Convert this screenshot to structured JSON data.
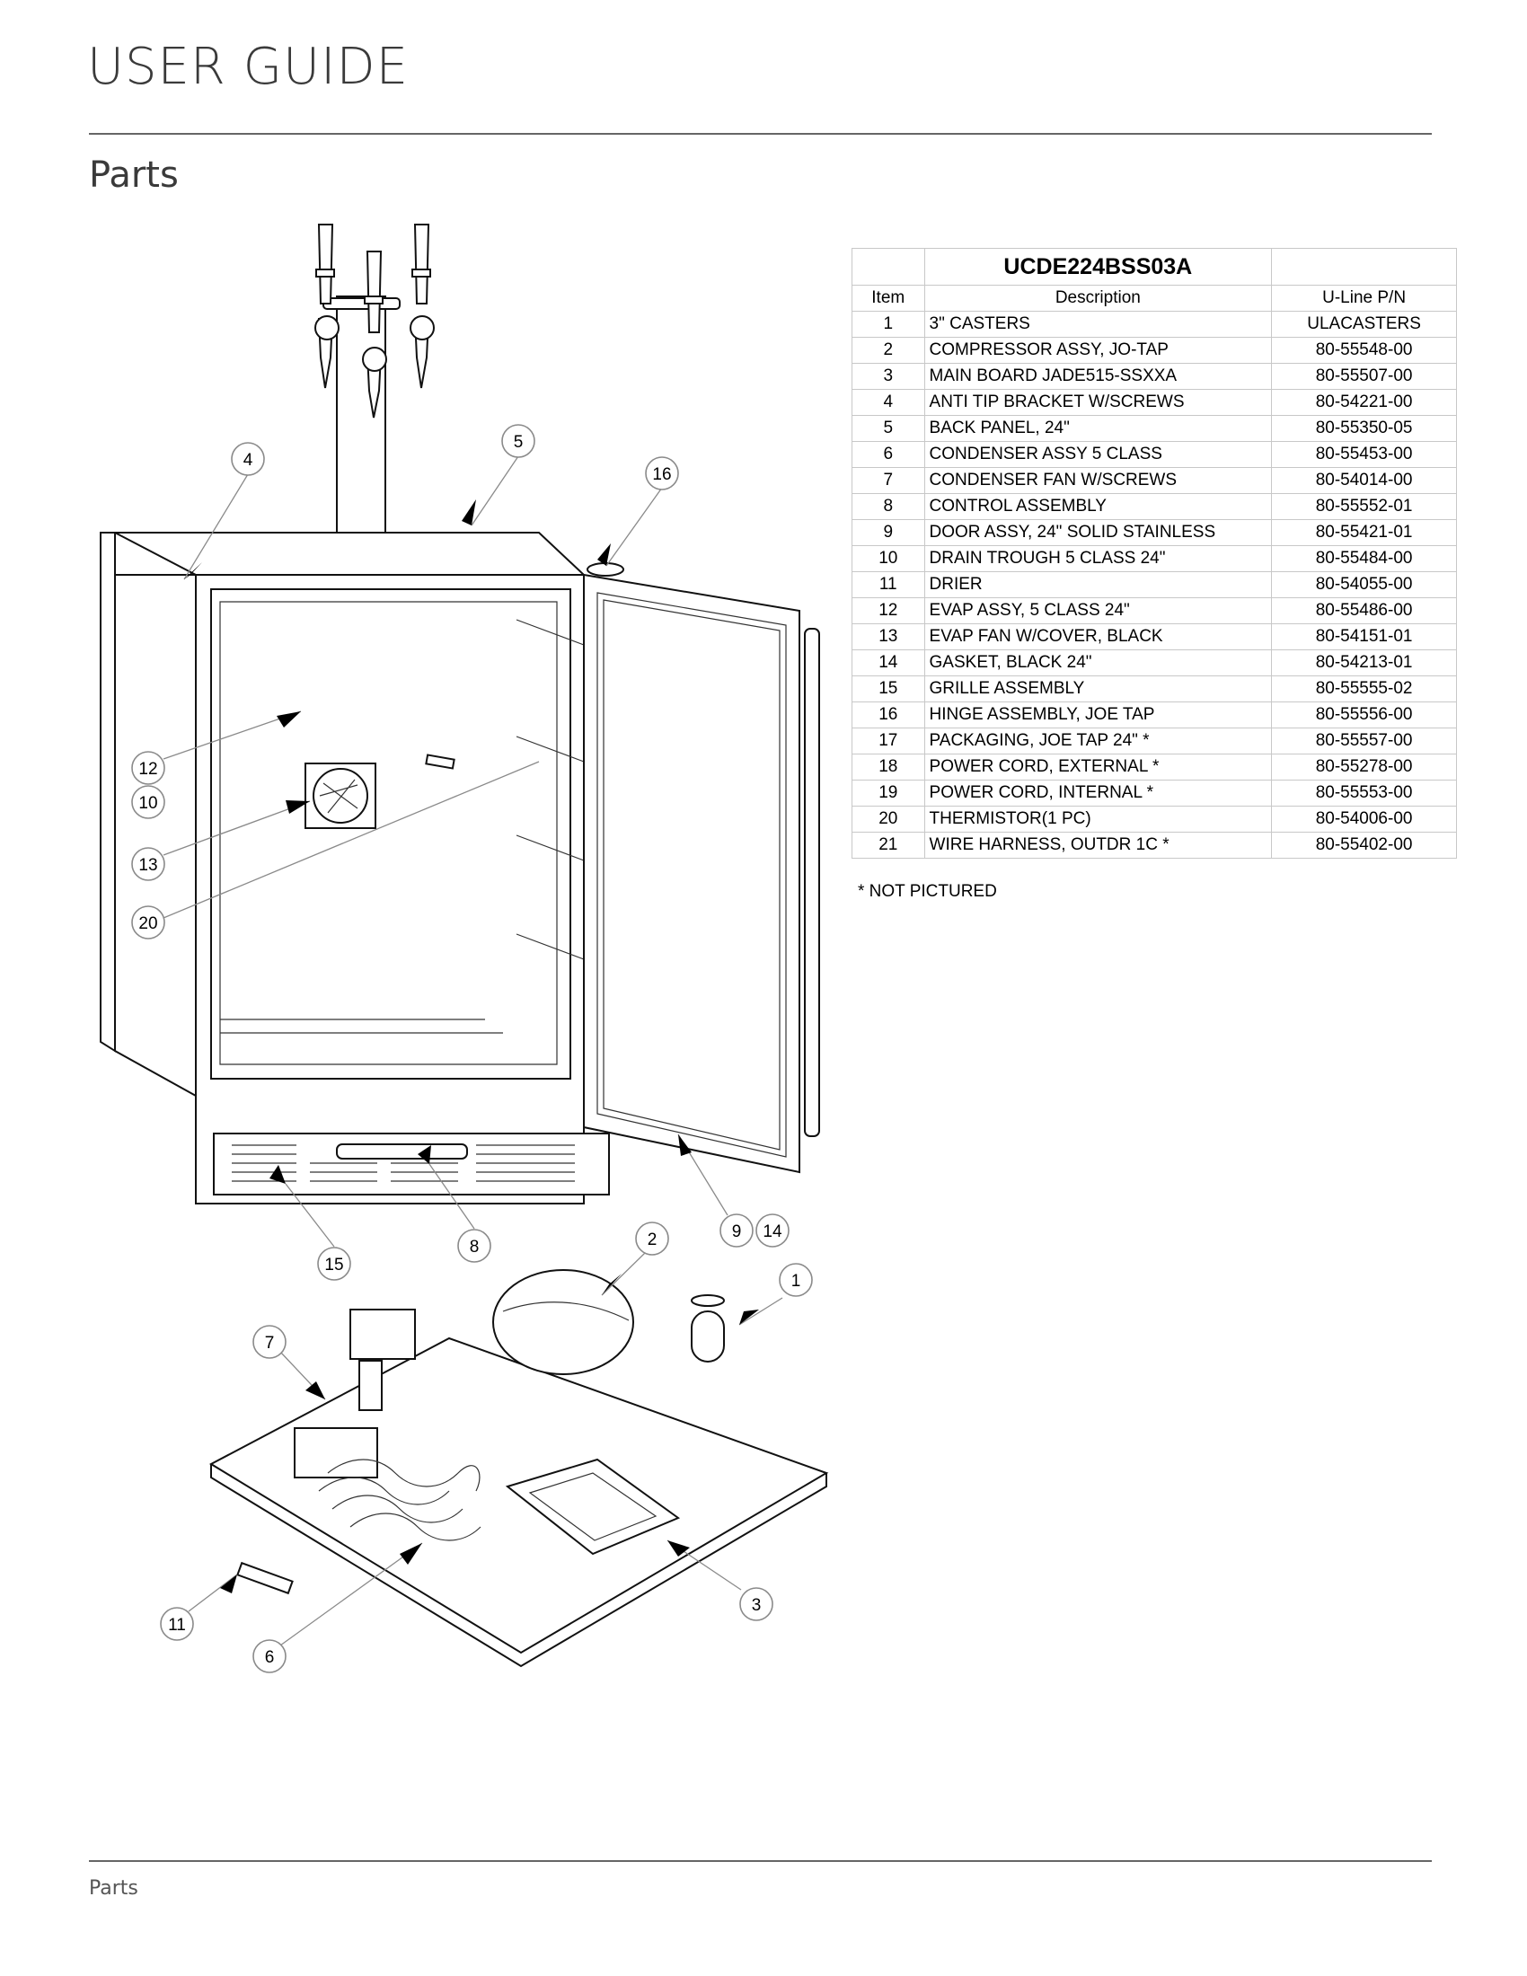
{
  "header": {
    "title": "USER GUIDE"
  },
  "section": {
    "title": "Parts"
  },
  "footer": {
    "label": "Parts"
  },
  "parts_table": {
    "model": "UCDE224BSS03A",
    "columns": [
      "Item",
      "Description",
      "U-Line P/N"
    ],
    "rows": [
      [
        "1",
        "3\" CASTERS",
        "ULACASTERS"
      ],
      [
        "2",
        "COMPRESSOR ASSY, JO-TAP",
        "80-55548-00"
      ],
      [
        "3",
        "MAIN BOARD JADE515-SSXXA",
        "80-55507-00"
      ],
      [
        "4",
        "ANTI TIP BRACKET W/SCREWS",
        "80-54221-00"
      ],
      [
        "5",
        "BACK PANEL, 24\"",
        "80-55350-05"
      ],
      [
        "6",
        "CONDENSER ASSY 5 CLASS",
        "80-55453-00"
      ],
      [
        "7",
        "CONDENSER FAN W/SCREWS",
        "80-54014-00"
      ],
      [
        "8",
        "CONTROL ASSEMBLY",
        "80-55552-01"
      ],
      [
        "9",
        "DOOR ASSY, 24\" SOLID STAINLESS",
        "80-55421-01"
      ],
      [
        "10",
        "DRAIN TROUGH 5 CLASS 24\"",
        "80-55484-00"
      ],
      [
        "11",
        "DRIER",
        "80-54055-00"
      ],
      [
        "12",
        "EVAP ASSY, 5 CLASS 24\"",
        "80-55486-00"
      ],
      [
        "13",
        "EVAP FAN W/COVER, BLACK",
        "80-54151-01"
      ],
      [
        "14",
        "GASKET, BLACK 24\"",
        "80-54213-01"
      ],
      [
        "15",
        "GRILLE ASSEMBLY",
        "80-55555-02"
      ],
      [
        "16",
        "HINGE ASSEMBLY, JOE TAP",
        "80-55556-00"
      ],
      [
        "17",
        "PACKAGING, JOE TAP 24\" *",
        "80-55557-00"
      ],
      [
        "18",
        "POWER CORD, EXTERNAL *",
        "80-55278-00"
      ],
      [
        "19",
        "POWER CORD, INTERNAL *",
        "80-55553-00"
      ],
      [
        "20",
        "THERMISTOR(1 PC)",
        "80-54006-00"
      ],
      [
        "21",
        "WIRE HARNESS, OUTDR 1C *",
        "80-55402-00"
      ]
    ],
    "note": "* NOT PICTURED"
  },
  "diagram": {
    "callouts": [
      "4",
      "5",
      "16",
      "12",
      "10",
      "13",
      "20",
      "15",
      "8",
      "2",
      "9",
      "14",
      "1",
      "7",
      "11",
      "6",
      "3"
    ]
  }
}
